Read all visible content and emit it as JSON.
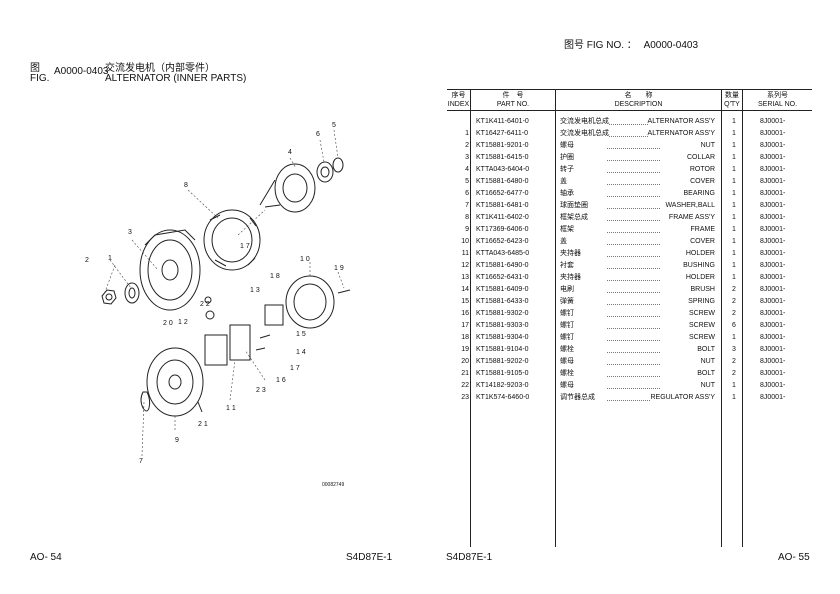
{
  "top_fig": {
    "label": "图号 FIG NO. ：",
    "number": "A0000-0403"
  },
  "left_header": {
    "fig_cn": "图",
    "fig_en": "FIG.",
    "fig_number": "A0000-0403",
    "title_cn": "交流发电机（内部零件）",
    "title_en": "ALTERNATOR (INNER PARTS)"
  },
  "columns": {
    "index_cn": "序号",
    "index_en": "INDEX",
    "part_cn": "件　号",
    "part_en": "PART NO.",
    "desc_cn": "名　　称",
    "desc_en": "DESCRIPTION",
    "qty_cn": "数量",
    "qty_en": "Q'TY",
    "serial_cn": "系列号",
    "serial_en": "SERIAL NO."
  },
  "rows": [
    {
      "index": "",
      "part_no": "KT1K411-6401-0",
      "name_cn": "交流发电机总成",
      "name_en": "ALTERNATOR ASS'Y",
      "qty": "1",
      "serial": "8J0001-"
    },
    {
      "index": "1",
      "part_no": "KT16427-6411-0",
      "name_cn": "交流发电机总成",
      "name_en": "ALTERNATOR ASS'Y",
      "qty": "1",
      "serial": "8J0001-"
    },
    {
      "index": "2",
      "part_no": "KT15881-9201-0",
      "name_cn": "螺母",
      "name_en": "NUT",
      "qty": "1",
      "serial": "8J0001-"
    },
    {
      "index": "3",
      "part_no": "KT15881-6415-0",
      "name_cn": "护圈",
      "name_en": "COLLAR",
      "qty": "1",
      "serial": "8J0001-"
    },
    {
      "index": "4",
      "part_no": "KTTA043-6404-0",
      "name_cn": "转子",
      "name_en": "ROTOR",
      "qty": "1",
      "serial": "8J0001-"
    },
    {
      "index": "5",
      "part_no": "KT15881-6480-0",
      "name_cn": "盖",
      "name_en": "COVER",
      "qty": "1",
      "serial": "8J0001-"
    },
    {
      "index": "6",
      "part_no": "KT16652-6477-0",
      "name_cn": "轴承",
      "name_en": "BEARING",
      "qty": "1",
      "serial": "8J0001-"
    },
    {
      "index": "7",
      "part_no": "KT15881-6481-0",
      "name_cn": "球面垫圈",
      "name_en": "WASHER,BALL",
      "qty": "1",
      "serial": "8J0001-"
    },
    {
      "index": "8",
      "part_no": "KT1K411-6402-0",
      "name_cn": "框架总成",
      "name_en": "FRAME ASS'Y",
      "qty": "1",
      "serial": "8J0001-"
    },
    {
      "index": "9",
      "part_no": "KT17369-6406-0",
      "name_cn": "框架",
      "name_en": "FRAME",
      "qty": "1",
      "serial": "8J0001-"
    },
    {
      "index": "10",
      "part_no": "KT16652-6423-0",
      "name_cn": "盖",
      "name_en": "COVER",
      "qty": "1",
      "serial": "8J0001-"
    },
    {
      "index": "11",
      "part_no": "KTTA043-6485-0",
      "name_cn": "夹持器",
      "name_en": "HOLDER",
      "qty": "1",
      "serial": "8J0001-"
    },
    {
      "index": "12",
      "part_no": "KT15881-6490-0",
      "name_cn": "衬套",
      "name_en": "BUSHING",
      "qty": "1",
      "serial": "8J0001-"
    },
    {
      "index": "13",
      "part_no": "KT16652-6431-0",
      "name_cn": "夹持器",
      "name_en": "HOLDER",
      "qty": "1",
      "serial": "8J0001-"
    },
    {
      "index": "14",
      "part_no": "KT15881-6409-0",
      "name_cn": "电刷",
      "name_en": "BRUSH",
      "qty": "2",
      "serial": "8J0001-"
    },
    {
      "index": "15",
      "part_no": "KT15881-6433-0",
      "name_cn": "弹簧",
      "name_en": "SPRING",
      "qty": "2",
      "serial": "8J0001-"
    },
    {
      "index": "16",
      "part_no": "KT15881-9302-0",
      "name_cn": "螺钉",
      "name_en": "SCREW",
      "qty": "2",
      "serial": "8J0001-"
    },
    {
      "index": "17",
      "part_no": "KT15881-9303-0",
      "name_cn": "螺钉",
      "name_en": "SCREW",
      "qty": "6",
      "serial": "8J0001-"
    },
    {
      "index": "18",
      "part_no": "KT15881-9304-0",
      "name_cn": "螺钉",
      "name_en": "SCREW",
      "qty": "1",
      "serial": "8J0001-"
    },
    {
      "index": "19",
      "part_no": "KT15881-9104-0",
      "name_cn": "螺栓",
      "name_en": "BOLT",
      "qty": "3",
      "serial": "8J0001-"
    },
    {
      "index": "20",
      "part_no": "KT15881-9202-0",
      "name_cn": "螺母",
      "name_en": "NUT",
      "qty": "2",
      "serial": "8J0001-"
    },
    {
      "index": "21",
      "part_no": "KT15881-9105-0",
      "name_cn": "螺栓",
      "name_en": "BOLT",
      "qty": "2",
      "serial": "8J0001-"
    },
    {
      "index": "22",
      "part_no": "KT14182-9203-0",
      "name_cn": "螺母",
      "name_en": "NUT",
      "qty": "1",
      "serial": "8J0001-"
    },
    {
      "index": "23",
      "part_no": "KT1K574-6460-0",
      "name_cn": "调节器总成",
      "name_en": "REGULATOR ASS'Y",
      "qty": "1",
      "serial": "8J0001-"
    }
  ],
  "diagram": {
    "callouts": [
      "1",
      "2",
      "3",
      "4",
      "5",
      "6",
      "7",
      "8",
      "9",
      "10",
      "11",
      "12",
      "13",
      "14",
      "15",
      "16",
      "17",
      "18",
      "19",
      "20",
      "21",
      "22",
      "23"
    ],
    "code": "00082749"
  },
  "footer": {
    "left_page": "AO- 54",
    "left_model": "S4D87E-1",
    "right_model": "S4D87E-1",
    "right_page": "AO- 55"
  }
}
